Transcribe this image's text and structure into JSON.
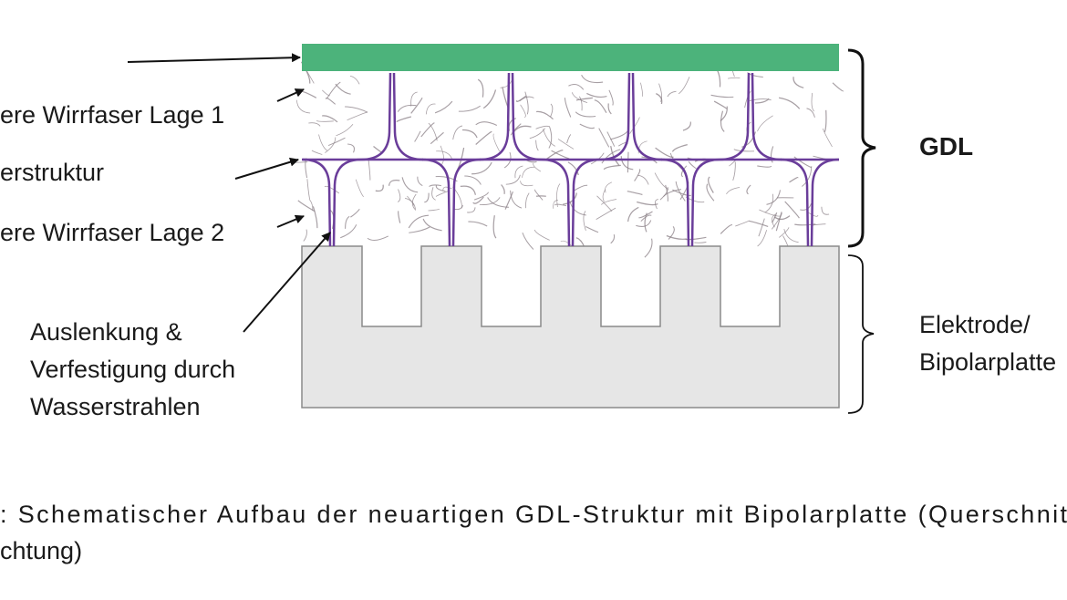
{
  "labels": {
    "wirrfaser_top": "ere Wirrfaser Lage 1",
    "struktur": "erstruktur",
    "wirrfaser_bottom": "ere Wirrfaser Lage 2",
    "auslenkung": [
      "Auslenkung &",
      "Verfestigung durch",
      "Wasserstrahlen"
    ],
    "gdl": "GDL",
    "elektrode": [
      "Elektrode/",
      "Bipolarplatte"
    ]
  },
  "caption": {
    "line1": ": Schematischer Aufbau der neuartigen GDL-Struktur mit Bipolarplatte (Querschnit",
    "line2": "chtung)"
  },
  "colors": {
    "top_layer": "#4cb37b",
    "fiber_struct": "#6a3d9a",
    "bipolar_fill": "#e6e6e6",
    "bipolar_stroke": "#8a8a8a",
    "fibers": "#8a7f86",
    "ink": "#111111"
  }
}
